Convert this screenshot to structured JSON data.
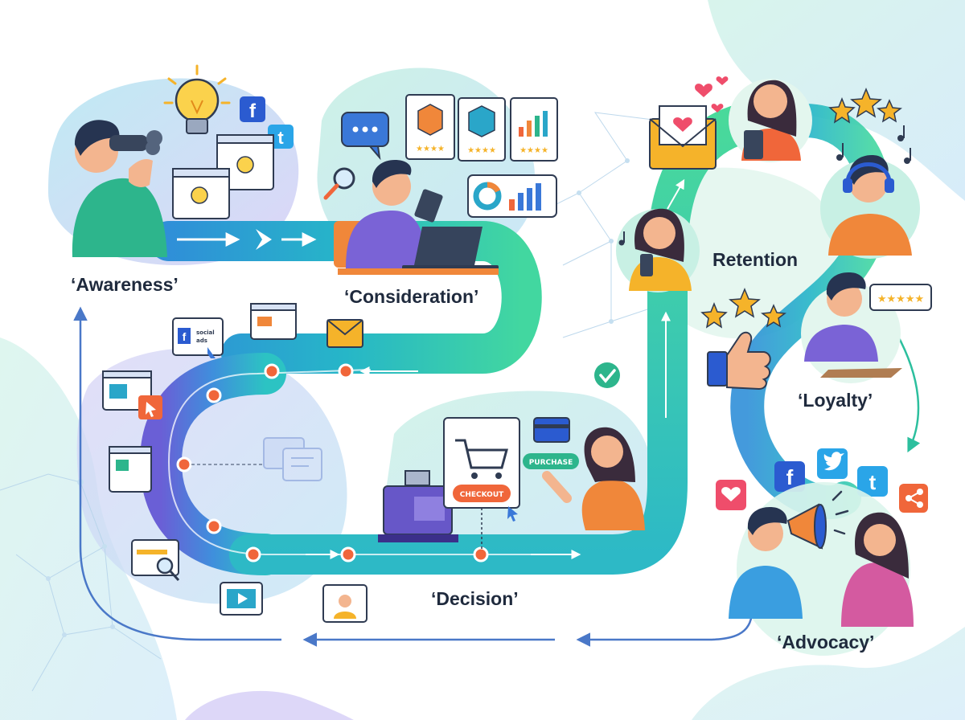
{
  "stages": {
    "awareness": "‘Awareness’",
    "consideration": "‘Consideration’",
    "decision": "‘Decision’",
    "retention": "Retention",
    "loyalty": "‘Loyalty’",
    "advocacy": "‘Advocacy’"
  },
  "buttons": {
    "checkout": "CHECKOUT",
    "purchase": "PURCHASE"
  },
  "social_ads": {
    "line1": "social",
    "line2": "ads"
  },
  "social": {
    "facebook": "f",
    "twitter": "t"
  },
  "stars": {
    "rating_glyphs": "★★★★",
    "review_glyphs": "★★★★★"
  },
  "colors": {
    "path_start": "#3b82d6",
    "path_mid": "#29b0c9",
    "path_end": "#3dd6a3",
    "path_left": "#5b6bd8",
    "node": "#f0663a",
    "arrow": "#4a78c8",
    "label": "#1f2a3d",
    "star": "#f5b32a",
    "heart": "#ef4d6b"
  }
}
